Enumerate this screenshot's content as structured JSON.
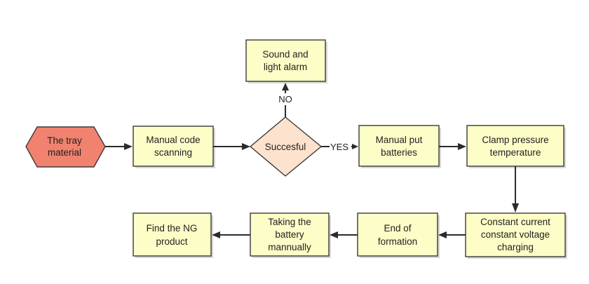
{
  "nodes": {
    "tray": {
      "line1": "The tray",
      "line2": "material"
    },
    "scan": {
      "line1": "Manual code",
      "line2": "scanning"
    },
    "decision": {
      "text": "Succesful"
    },
    "alarm": {
      "line1": "Sound and",
      "line2": "light alarm"
    },
    "put": {
      "line1": "Manual put",
      "line2": "batteries"
    },
    "clamp": {
      "line1": "Clamp pressure",
      "line2": "temperature"
    },
    "charge": {
      "line1": "Constant current",
      "line2": "constant voltage",
      "line3": "charging"
    },
    "end": {
      "line1": "End of",
      "line2": "formation"
    },
    "take": {
      "line1": "Taking the",
      "line2": "battery",
      "line3": "mannually"
    },
    "find": {
      "line1": "Find the NG",
      "line2": "product"
    }
  },
  "edges": {
    "yes": "YES",
    "no": "NO"
  },
  "colors": {
    "start_fill": "#f0826f",
    "process_fill": "#fdfdc7",
    "decision_fill": "#fde2cd",
    "line": "#2b2b2b"
  }
}
